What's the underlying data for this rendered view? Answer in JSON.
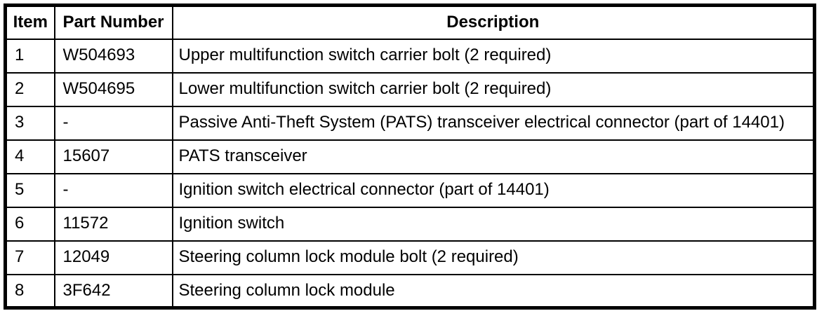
{
  "table": {
    "columns": [
      {
        "key": "item",
        "label": "Item"
      },
      {
        "key": "part_number",
        "label": "Part Number"
      },
      {
        "key": "description",
        "label": "Description"
      }
    ],
    "rows": [
      {
        "item": "1",
        "part_number": "W504693",
        "description": "Upper multifunction switch carrier bolt (2 required)"
      },
      {
        "item": "2",
        "part_number": "W504695",
        "description": "Lower multifunction switch carrier bolt (2 required)"
      },
      {
        "item": "3",
        "part_number": "-",
        "description": "Passive Anti-Theft System (PATS) transceiver electrical connector (part of 14401)"
      },
      {
        "item": "4",
        "part_number": "15607",
        "description": "PATS transceiver"
      },
      {
        "item": "5",
        "part_number": "-",
        "description": "Ignition switch electrical connector (part of 14401)"
      },
      {
        "item": "6",
        "part_number": "11572",
        "description": "Ignition switch"
      },
      {
        "item": "7",
        "part_number": "12049",
        "description": "Steering column lock module bolt (2 required)"
      },
      {
        "item": "8",
        "part_number": "3F642",
        "description": "Steering column lock module"
      }
    ]
  },
  "colors": {
    "border": "#000000",
    "text": "#000000",
    "background": "#ffffff"
  }
}
